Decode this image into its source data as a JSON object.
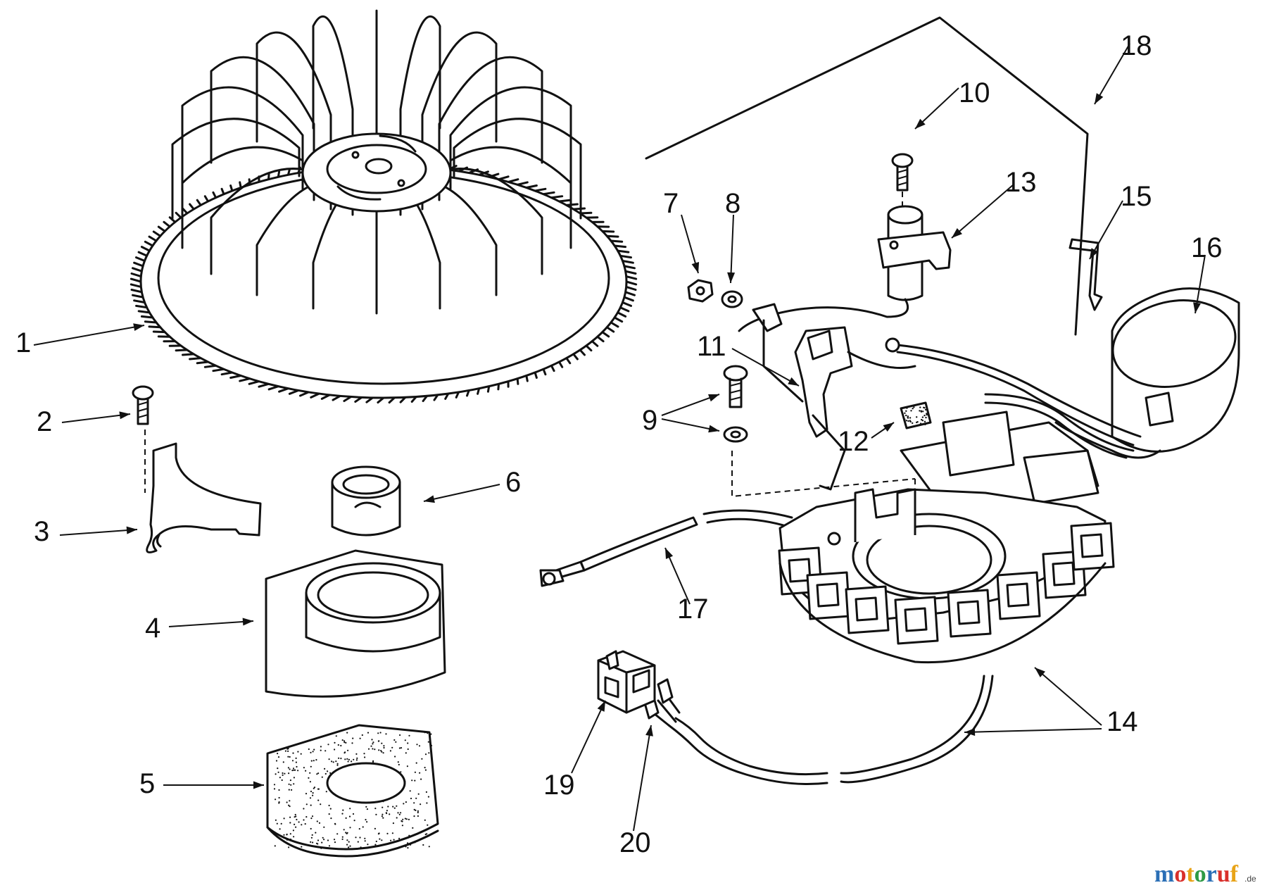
{
  "diagram": {
    "part_labels": [
      "1",
      "2",
      "3",
      "4",
      "5",
      "6",
      "7",
      "8",
      "9",
      "10",
      "11",
      "12",
      "13",
      "14",
      "15",
      "16",
      "17",
      "18",
      "19",
      "20"
    ],
    "group_label": "18",
    "repeated_label": "14"
  },
  "watermark": {
    "brand_main": "motoruf",
    "brand_suffix": ".de",
    "colors": [
      "#2b6fb6",
      "#d9302c",
      "#e8a317",
      "#2e9a45"
    ]
  }
}
